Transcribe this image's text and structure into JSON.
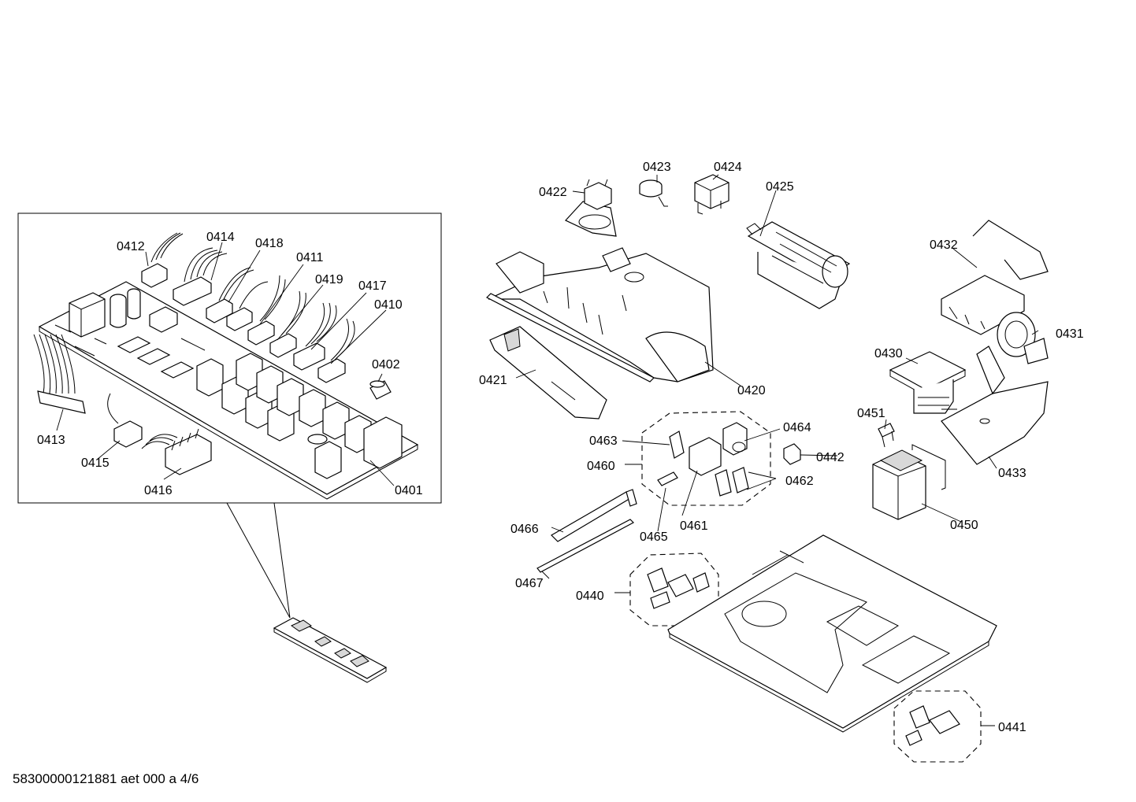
{
  "footer_code": "58300000121881 aet 000 a 4/6",
  "labels": {
    "p0401": "0401",
    "p0402": "0402",
    "p0410": "0410",
    "p0411": "0411",
    "p0412": "0412",
    "p0413": "0413",
    "p0414": "0414",
    "p0415": "0415",
    "p0416": "0416",
    "p0417": "0417",
    "p0418": "0418",
    "p0419": "0419",
    "p0420": "0420",
    "p0421": "0421",
    "p0422": "0422",
    "p0423": "0423",
    "p0424": "0424",
    "p0425": "0425",
    "p0430": "0430",
    "p0431": "0431",
    "p0432": "0432",
    "p0433": "0433",
    "p0440": "0440",
    "p0441": "0441",
    "p0442": "0442",
    "p0450": "0450",
    "p0451": "0451",
    "p0460": "0460",
    "p0461": "0461",
    "p0462": "0462",
    "p0463": "0463",
    "p0464": "0464",
    "p0465": "0465",
    "p0466": "0466",
    "p0467": "0467"
  }
}
